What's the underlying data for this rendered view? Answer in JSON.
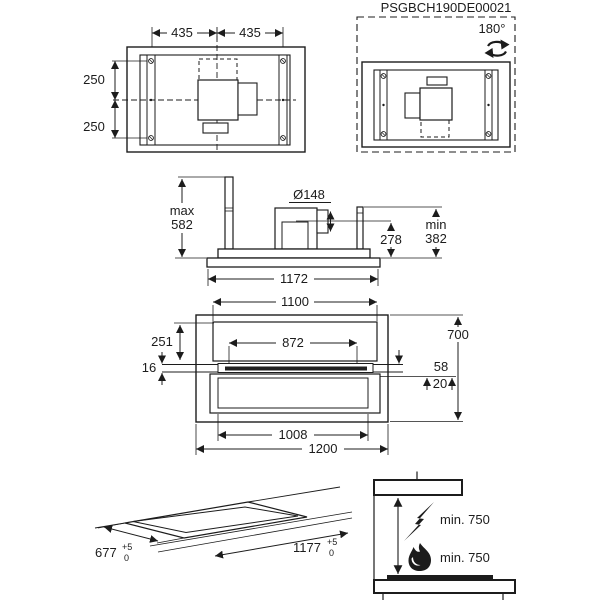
{
  "title": "PSGBCH190DE00021",
  "colors": {
    "line": "#1c1c1c",
    "background": "#ffffff"
  },
  "top_view": {
    "dim_half_left": "435",
    "dim_half_right": "435",
    "dim_upper": "250",
    "dim_lower": "250"
  },
  "rotated_view": {
    "rotation_angle": "180°"
  },
  "side_view": {
    "dim_duct_diameter": "Ø148",
    "dim_max_label": "max",
    "dim_max_value": "582",
    "dim_duct_height": "278",
    "dim_min_label": "min",
    "dim_min_value": "382",
    "dim_width": "1172"
  },
  "front_view": {
    "dim_top_width": "1100",
    "dim_left_height": "251",
    "dim_filter_width": "872",
    "dim_total_height": "700",
    "dim_panel_thickness": "16",
    "dim_gap_upper": "58",
    "dim_gap_lower": "20",
    "dim_bottom_width": "1008",
    "dim_total_width": "1200"
  },
  "cutout_view": {
    "dim_depth": "677",
    "dim_depth_tol_plus": "+5",
    "dim_depth_tol_minus": "0",
    "dim_width": "1177",
    "dim_width_tol_plus": "+5",
    "dim_width_tol_minus": "0"
  },
  "clearance_view": {
    "dim_electric": "min. 750",
    "dim_gas": "min. 750"
  }
}
